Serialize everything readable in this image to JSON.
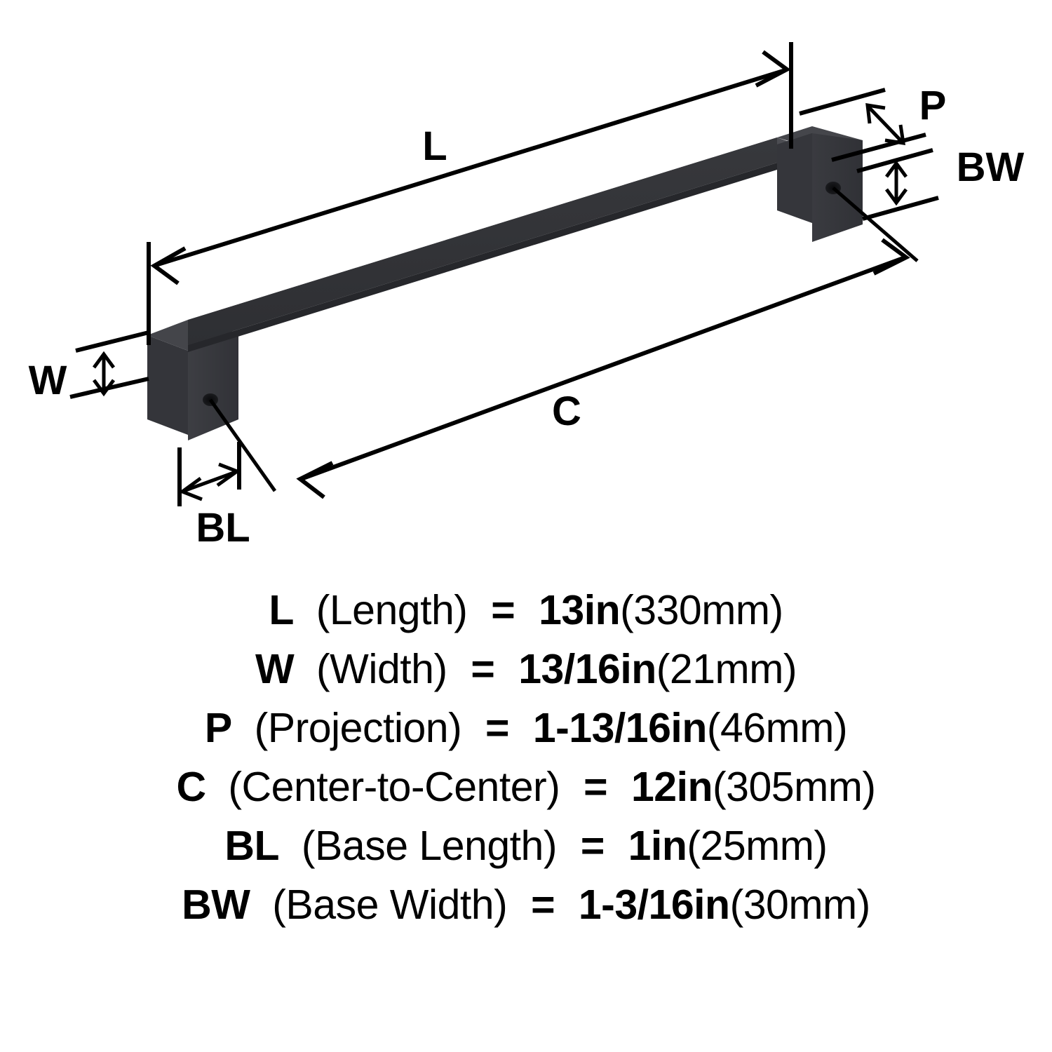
{
  "diagram": {
    "title": "Cabinet bar pull dimension diagram",
    "product": "square bar cabinet pull",
    "finish_color": "#3a3b3f",
    "line_color": "#000000",
    "background_color": "#ffffff",
    "callouts": [
      {
        "key": "L",
        "label": "L",
        "name": "length-dimension-label"
      },
      {
        "key": "W",
        "label": "W",
        "name": "width-dimension-label"
      },
      {
        "key": "P",
        "label": "P",
        "name": "projection-dimension-label"
      },
      {
        "key": "C",
        "label": "C",
        "name": "center-to-center-dimension-label"
      },
      {
        "key": "BL",
        "label": "BL",
        "name": "base-length-dimension-label"
      },
      {
        "key": "BW",
        "label": "BW",
        "name": "base-width-dimension-label"
      }
    ]
  },
  "specs": [
    {
      "key": "L",
      "name": "(Length)",
      "eq": "=",
      "value": "13in",
      "metric": "(330mm)"
    },
    {
      "key": "W",
      "name": "(Width)",
      "eq": "=",
      "value": "13/16in",
      "metric": "(21mm)"
    },
    {
      "key": "P",
      "name": "(Projection)",
      "eq": "=",
      "value": "1-13/16in",
      "metric": "(46mm)"
    },
    {
      "key": "C",
      "name": "(Center-to-Center)",
      "eq": "=",
      "value": "12in",
      "metric": "(305mm)"
    },
    {
      "key": "BL",
      "name": "(Base Length)",
      "eq": "=",
      "value": "1in",
      "metric": "(25mm)"
    },
    {
      "key": "BW",
      "name": "(Base Width)",
      "eq": "=",
      "value": "1-3/16in",
      "metric": "(30mm)"
    }
  ]
}
